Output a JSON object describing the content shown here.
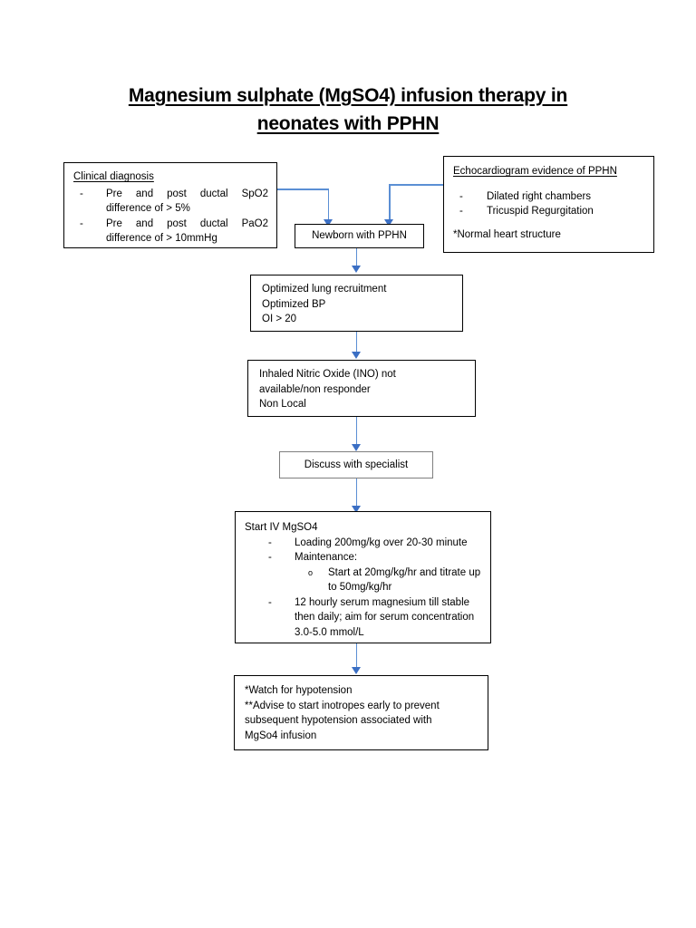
{
  "document": {
    "title_line1": "Magnesium sulphate (MgSO4) infusion therapy in",
    "title_line2": "neonates with PPHN"
  },
  "colors": {
    "connector": "#5b8fd4",
    "arrowhead": "#3b6fc4",
    "box_border": "#000000",
    "box_border_grey": "#7f7f7f",
    "text": "#000000",
    "background": "#ffffff"
  },
  "flowchart": {
    "clinical_diagnosis": {
      "heading": "Clinical diagnosis",
      "items": [
        "Pre and post ductal SpO2 difference of > 5%",
        "Pre and post ductal PaO2 difference of > 10mmHg"
      ],
      "bullet_glyph": "-"
    },
    "echo_evidence": {
      "heading": "Echocardiogram evidence of PPHN",
      "items": [
        "Dilated right chambers",
        "Tricuspid Regurgitation"
      ],
      "note": "*Normal heart structure",
      "bullet_glyph": "-"
    },
    "newborn": {
      "label": "Newborn with PPHN"
    },
    "optimize": {
      "lines": [
        "Optimized lung recruitment",
        "Optimized BP",
        "OI > 20"
      ]
    },
    "ino": {
      "lines": [
        "Inhaled Nitric Oxide (INO) not",
        "available/non responder",
        "Non Local"
      ]
    },
    "specialist": {
      "label": "Discuss with specialist"
    },
    "mgso4": {
      "heading": "Start IV MgSO4",
      "bullet_glyph": "-",
      "sub_bullet_glyph": "o",
      "item1": "Loading 200mg/kg over 20-30 minute",
      "item2": "Maintenance:",
      "item2_sub": "Start at 20mg/kg/hr and titrate up to 50mg/kg/hr",
      "item3": "12 hourly serum magnesium till stable then daily; aim for serum concentration 3.0-5.0 mmol/L"
    },
    "cautions": {
      "lines": [
        "*Watch for hypotension",
        "**Advise to start inotropes early to prevent",
        "subsequent hypotension associated with",
        "MgSo4 infusion"
      ]
    }
  }
}
